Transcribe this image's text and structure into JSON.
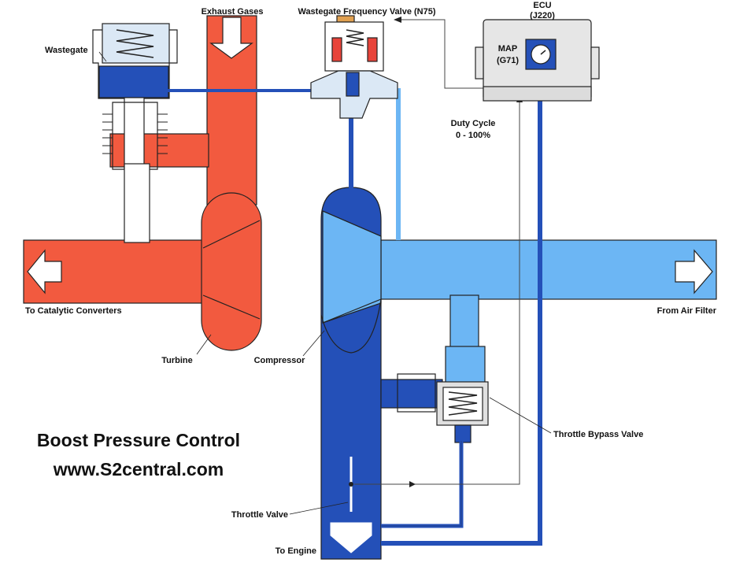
{
  "labels": {
    "exhaust_gases": "Exhaust Gases",
    "wastegate_valve": "Wastegate Frequency Valve (N75)",
    "ecu": "ECU",
    "ecu_code": "(J220)",
    "wastegate": "Wastegate",
    "map": "MAP",
    "map_code": "(G71)",
    "duty_cycle": "Duty Cycle",
    "duty_range": "0 - 100%",
    "to_catalytic": "To Catalytic Converters",
    "from_air_filter": "From Air Filter",
    "turbine": "Turbine",
    "compressor": "Compressor",
    "throttle_bypass": "Throttle Bypass Valve",
    "throttle_valve": "Throttle Valve",
    "to_engine": "To Engine"
  },
  "title": {
    "line1": "Boost Pressure Control",
    "line2": "www.S2central.com"
  },
  "colors": {
    "exhaust": "#f25a3f",
    "intake_light": "#6cb6f4",
    "boost_dark": "#2450b8",
    "line": "#222222",
    "ecu_body": "#e6e6e6",
    "valve_coil": "#e8443a",
    "valve_cap": "#e0a050"
  }
}
